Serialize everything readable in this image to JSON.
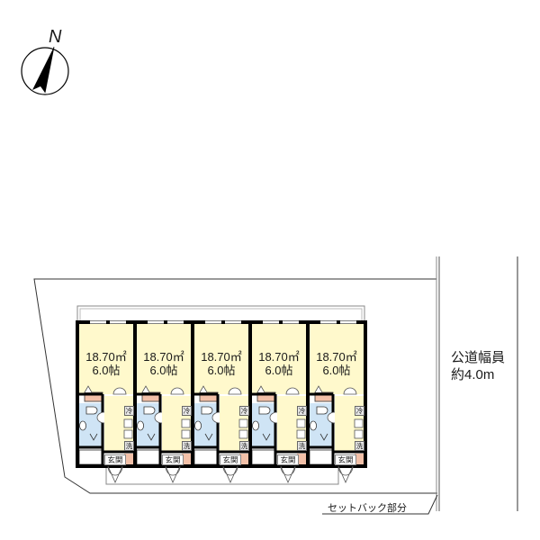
{
  "compass": {
    "label": "N",
    "icon": "north-arrow-icon"
  },
  "site": {
    "road_label_line1": "公道幅員",
    "road_label_line2": "約4.0m",
    "setback_label": "セットバック部分"
  },
  "units": [
    {
      "area": "18.70㎡",
      "tatami": "6.0帖",
      "genkan": "玄関",
      "fridge": "冷",
      "washer": "洗"
    },
    {
      "area": "18.70㎡",
      "tatami": "6.0帖",
      "genkan": "玄関",
      "fridge": "冷",
      "washer": "洗"
    },
    {
      "area": "18.70㎡",
      "tatami": "6.0帖",
      "genkan": "玄関",
      "fridge": "冷",
      "washer": "洗"
    },
    {
      "area": "18.70㎡",
      "tatami": "6.0帖",
      "genkan": "玄関",
      "fridge": "冷",
      "washer": "洗"
    },
    {
      "area": "18.70㎡",
      "tatami": "6.0帖",
      "genkan": "玄関",
      "fridge": "冷",
      "washer": "洗"
    }
  ],
  "colors": {
    "room_fill": "#fff9cc",
    "wet_area_fill": "#cfe4f5",
    "closet_fill": "#f2c0a8",
    "wall": "#000000",
    "line": "#333333"
  }
}
